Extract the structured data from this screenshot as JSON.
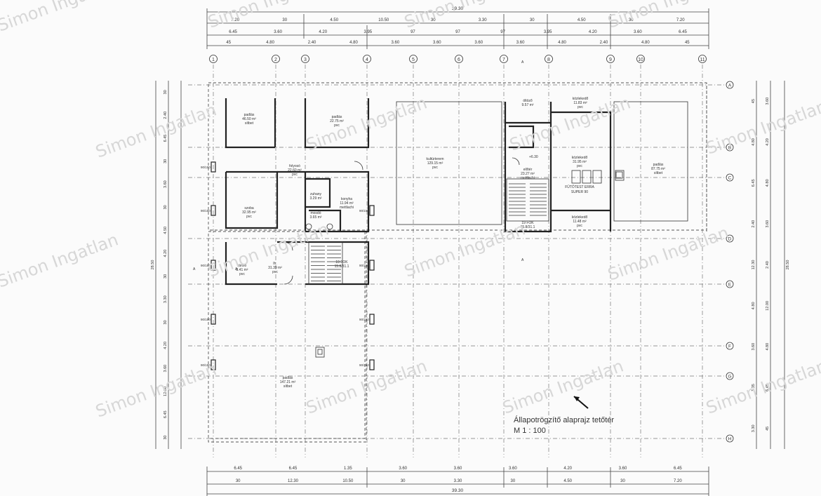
{
  "title": {
    "line1": "Állapotrögzítő alaprajz tetőtér",
    "line2": "M 1 : 100"
  },
  "watermark": "Simon Ingatlan",
  "grid": {
    "columns": [
      "1",
      "2",
      "3",
      "4",
      "5",
      "6",
      "7",
      "8",
      "9",
      "10",
      "11"
    ],
    "rows": [
      "A",
      "B",
      "C",
      "D",
      "E",
      "F",
      "G",
      "H"
    ]
  },
  "dims": {
    "top_total": "39.30",
    "top_row1": [
      "7.20",
      "30",
      "4.50",
      "10.50",
      "30",
      "3.30",
      "30",
      "4.50",
      "30",
      "7.20"
    ],
    "top_row2": [
      "6.45",
      "3.60",
      "4.20",
      "3.95",
      "97",
      "97",
      "97",
      "3.95",
      "4.20",
      "3.60",
      "6.45"
    ],
    "top_row3": [
      "45",
      "4.80",
      "2.40",
      "4.80",
      "3.60",
      "3.60",
      "3.60",
      "3.60",
      "4.80",
      "2.40",
      "4.80",
      "45"
    ],
    "bottom_row1": [
      "6.45",
      "6.45",
      "1.35",
      "3.60",
      "3.60",
      "3.60",
      "4.20",
      "3.60",
      "6.45"
    ],
    "bottom_row2": [
      "30",
      "12.30",
      "10.50",
      "30",
      "3.30",
      "30",
      "4.50",
      "30",
      "7.20"
    ],
    "bottom_total": "39.30",
    "left_total": "28.50",
    "left_col": [
      "30",
      "2.40",
      "6.45",
      "30",
      "3.60",
      "30",
      "4.50",
      "4.20",
      "30",
      "3.30",
      "30",
      "4.20",
      "3.60",
      "12.00",
      "6.45",
      "30"
    ],
    "right_total": "28.50",
    "right_col": [
      "45",
      "4.80",
      "6.45",
      "2.40",
      "12.30",
      "4.80",
      "3.60",
      "1.35",
      "3.30",
      "3.60",
      "4.20",
      "4.80",
      "3.60",
      "2.40",
      "12.00",
      "4.80",
      "6.45",
      "45"
    ]
  },
  "rooms": [
    {
      "name": "padlás",
      "area": "46.50 m²",
      "floor": "sítbet"
    },
    {
      "name": "padlás",
      "area": "22.75 m²",
      "floor": "pvc"
    },
    {
      "name": "folyosó",
      "area": "22.60 m²",
      "floor": "pvc"
    },
    {
      "name": "kultúrterem",
      "area": "129.15 m²",
      "floor": "pvc"
    },
    {
      "name": "öltöző",
      "area": "9.57 m²",
      "floor": ""
    },
    {
      "name": "közlekedő",
      "area": "11.83 m²",
      "floor": "pvc"
    },
    {
      "name": "közlekedő",
      "area": "31.95 m²",
      "floor": "pvc"
    },
    {
      "name": "padlás",
      "area": "87.75 m²",
      "floor": "sítbet"
    },
    {
      "name": "szoba",
      "area": "32.95 m²",
      "floor": "pvc"
    },
    {
      "name": "konyha",
      "area": "11.94 m²",
      "floor": "mettlachi"
    },
    {
      "name": "zuhany",
      "area": "3.29 m²",
      "floor": ""
    },
    {
      "name": "mosdó",
      "area": "3.65 m²",
      "floor": ""
    },
    {
      "name": "előtér",
      "area": "23.27 m²",
      "floor": "mettlachi"
    },
    {
      "name": "közlekedő",
      "area": "11.48 m²",
      "floor": "pvc"
    },
    {
      "name": "tároló",
      "area": "8.41 m²",
      "floor": "pvc"
    },
    {
      "name": "lh.",
      "area": "31.39 m²",
      "floor": "pvc"
    },
    {
      "name": "padlás",
      "area": "147.21 m²",
      "floor": "sítbet"
    }
  ],
  "stairs": [
    {
      "label": "19 FOK",
      "sub": "15.8/31.1"
    },
    {
      "label": "19 FOK",
      "sub": "15.8/31.1"
    }
  ],
  "boiler": {
    "line1": "FŰTŐTEST ERRA",
    "line2": "SUPER 90"
  },
  "markers": {
    "section": "A",
    "level": "+6.30",
    "door_label": "90/150"
  }
}
